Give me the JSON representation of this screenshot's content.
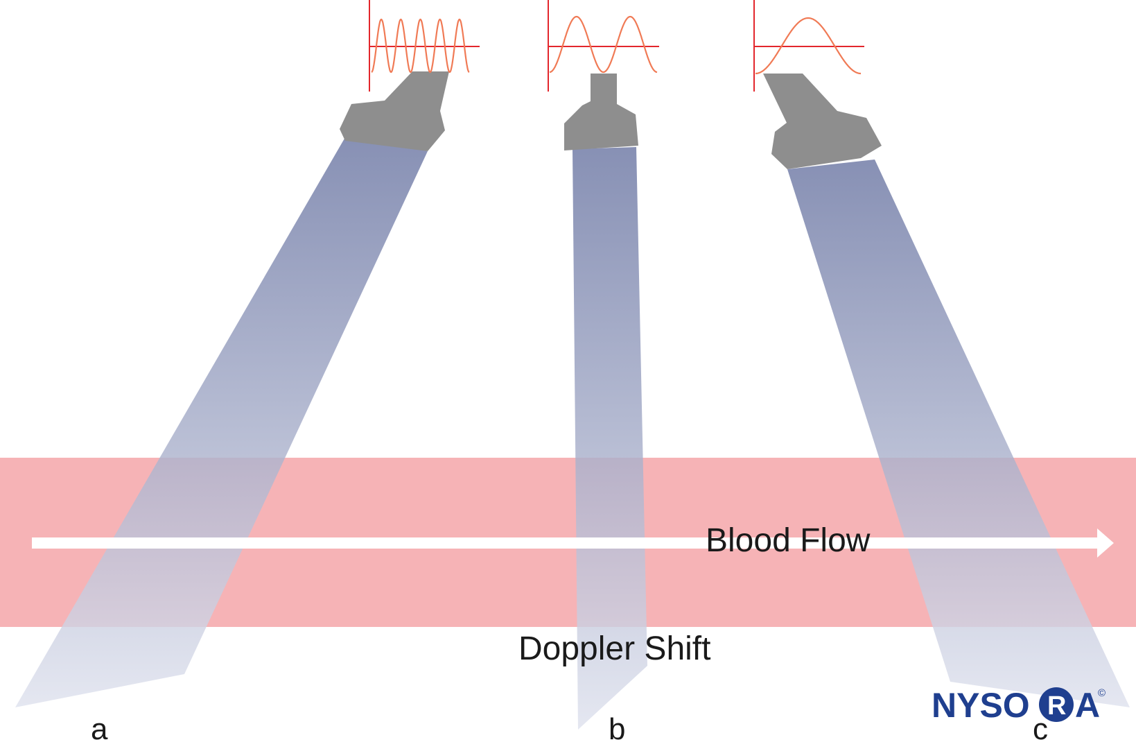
{
  "labels": {
    "blood_flow": "Blood Flow",
    "doppler_shift": "Doppler Shift"
  },
  "panels": [
    {
      "id": "a",
      "label": "a",
      "wave_cycles": 5
    },
    {
      "id": "b",
      "label": "b",
      "wave_cycles": 2
    },
    {
      "id": "c",
      "label": "c",
      "wave_cycles": 1
    }
  ],
  "logo": {
    "text_left": "NYSO",
    "circle_letter": "R",
    "text_right": "A",
    "copyright": "©"
  },
  "colors": {
    "vessel": "#f4a9ac",
    "beam_top": "#6d78a4",
    "beam_bottom": "#d6dae8",
    "probe": "#8e8e8e",
    "axis": "#e3262c",
    "wave": "#f07a55",
    "arrow": "#ffffff",
    "logo": "#1f3f8f"
  }
}
